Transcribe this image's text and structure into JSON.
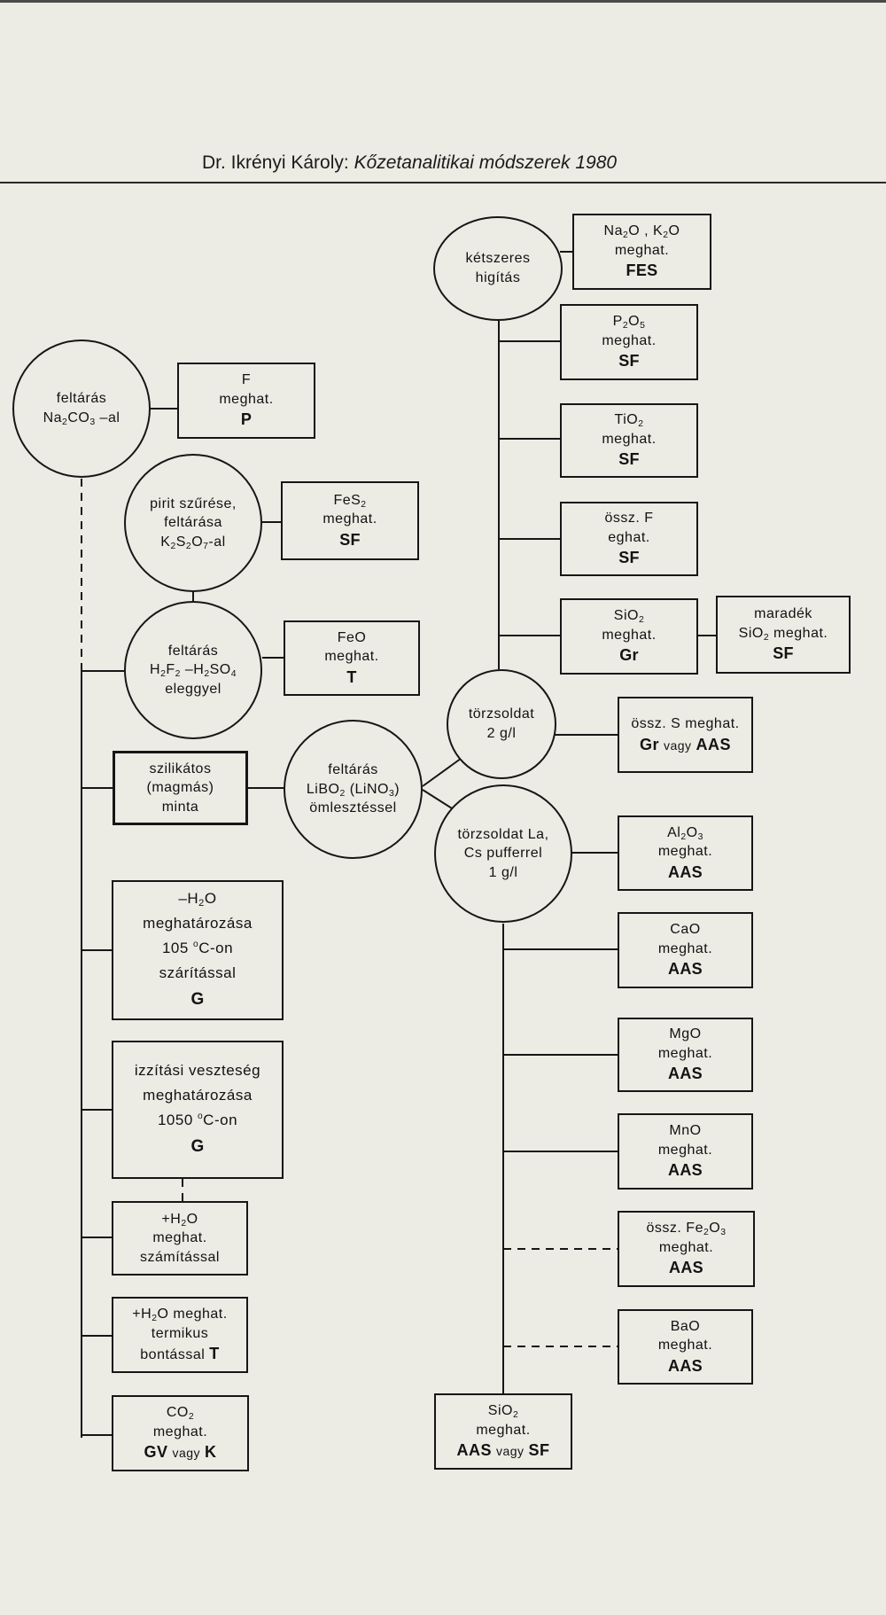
{
  "header": {
    "author": "Dr. Ikrényi Károly:",
    "book": "Kőzetanalitikai módszerek 1980"
  },
  "nodes": {
    "feltaras_na2co3": {
      "lines": [
        "feltárás",
        "Na<sub>2</sub>CO<sub>3</sub> –al"
      ]
    },
    "f_meghat": {
      "lines": [
        "F",
        "meghat."
      ],
      "method": "P"
    },
    "pirit": {
      "lines": [
        "pirit szűrése,",
        "feltárása",
        "K<sub>2</sub>S<sub>2</sub>O<sub>7</sub>-al"
      ]
    },
    "fes2": {
      "lines": [
        "FeS<sub>2</sub>",
        "meghat."
      ],
      "method": "SF"
    },
    "feltaras_h2f2": {
      "lines": [
        "feltárás",
        "H<sub>2</sub>F<sub>2</sub> –H<sub>2</sub>SO<sub>4</sub>",
        "eleggyel"
      ]
    },
    "feo": {
      "lines": [
        "FeO",
        "meghat."
      ],
      "method": "T"
    },
    "szilikatos": {
      "lines": [
        "szilikátos",
        "(magmás)",
        "minta"
      ]
    },
    "feltaras_libo2": {
      "lines": [
        "feltárás",
        "LiBO<sub>2</sub> (LiNO<sub>3</sub>)",
        "ömlesztéssel"
      ]
    },
    "h2o_minus": {
      "lines": [
        "–H<sub>2</sub>O",
        "meghatározása",
        "105 <sup>o</sup>C-on",
        "szárítással"
      ],
      "method": "G"
    },
    "izzitasi": {
      "lines": [
        "izzítási veszteség",
        "meghatározása",
        "1050 <sup>o</sup>C-on"
      ],
      "method": "G"
    },
    "h2o_plus_calc": {
      "lines": [
        "+H<sub>2</sub>O",
        "meghat.",
        "számítással"
      ]
    },
    "h2o_plus_term": {
      "lines": [
        "+H<sub>2</sub>O meghat.",
        "termikus"
      ],
      "last": "bontással",
      "last_bold": "T"
    },
    "co2": {
      "lines": [
        "CO<sub>2</sub>",
        "meghat."
      ],
      "method_html": "<span class=\"bb\">GV</span> <span class=\"sm\">vagy</span> <span class=\"bb\">K</span>"
    },
    "ketszeres": {
      "lines": [
        "kétszeres",
        "higítás"
      ]
    },
    "na2o_k2o": {
      "lines": [
        "Na<sub>2</sub>O , K<sub>2</sub>O",
        "meghat."
      ],
      "method": "FES"
    },
    "p2o5": {
      "lines": [
        "P<sub>2</sub>O<sub>5</sub>",
        "meghat."
      ],
      "method": "SF"
    },
    "tio2": {
      "lines": [
        "TiO<sub>2</sub>",
        "meghat."
      ],
      "method": "SF"
    },
    "ossz_f": {
      "lines": [
        "össz. F",
        "eghat."
      ],
      "method": "SF"
    },
    "sio2_gr": {
      "lines": [
        "SiO<sub>2</sub>",
        "meghat."
      ],
      "method": "Gr"
    },
    "maradek": {
      "lines": [
        "maradék",
        "SiO<sub>2</sub> meghat."
      ],
      "method": "SF"
    },
    "torzsoldat_2": {
      "lines": [
        "törzsoldat",
        "2 g/l"
      ]
    },
    "ossz_s": {
      "lines": [
        "össz. S meghat."
      ],
      "method_html": "<span class=\"bb\">Gr</span> <span class=\"sm\">vagy</span> <span class=\"bb\">AAS</span>"
    },
    "torzsoldat_la": {
      "lines": [
        "törzsoldat La,",
        "Cs pufferrel",
        "1 g/l"
      ]
    },
    "al2o3": {
      "lines": [
        "Al<sub>2</sub>O<sub>3</sub>",
        "meghat."
      ],
      "method": "AAS"
    },
    "cao": {
      "lines": [
        "CaO",
        "meghat."
      ],
      "method": "AAS"
    },
    "mgo": {
      "lines": [
        "MgO",
        "meghat."
      ],
      "method": "AAS"
    },
    "mno": {
      "lines": [
        "MnO",
        "meghat."
      ],
      "method": "AAS"
    },
    "fe2o3": {
      "lines": [
        "össz. Fe<sub>2</sub>O<sub>3</sub>",
        "meghat."
      ],
      "method": "AAS"
    },
    "bao": {
      "lines": [
        "BaO",
        "meghat."
      ],
      "method": "AAS"
    },
    "sio2_aas": {
      "lines": [
        "SiO<sub>2</sub>",
        "meghat."
      ],
      "method_html": "<span class=\"bb\">AAS</span> <span class=\"sm\">vagy</span> <span class=\"bb\">SF</span>"
    }
  }
}
